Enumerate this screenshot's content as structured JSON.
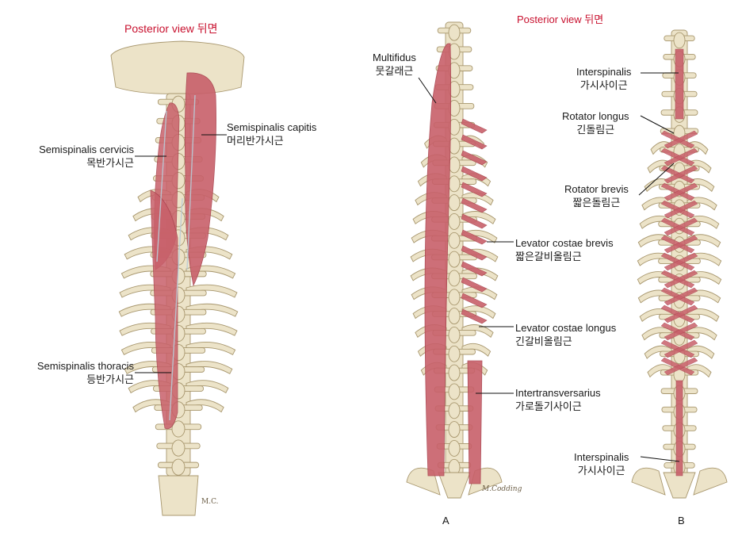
{
  "colors": {
    "title": "#c8102e",
    "bone": "#ece3c8",
    "bone_outline": "#a8976e",
    "muscle": "#c8606a",
    "muscle_dark": "#a8404c",
    "tendon": "#b9cbd6",
    "leader": "#111111"
  },
  "left_panel": {
    "title": "Posterior view 뒤면",
    "labels": [
      {
        "en": "Semispinalis capitis",
        "ko": "머리반가시근"
      },
      {
        "en": "Semispinalis cervicis",
        "ko": "목반가시근"
      },
      {
        "en": "Semispinalis thoracis",
        "ko": "등반가시근"
      }
    ],
    "signature": "M.C."
  },
  "right_panel": {
    "title": "Posterior view 뒤면",
    "signature": "M.Codding",
    "panel_a": {
      "letter": "A",
      "labels": [
        {
          "en": "Multifidus",
          "ko": "뭇갈래근"
        },
        {
          "en": "Levator costae brevis",
          "ko": "짧은갈비올림근"
        },
        {
          "en": "Levator costae longus",
          "ko": "긴갈비올림근"
        },
        {
          "en": "Intertransversarius",
          "ko": "가로돌기사이근"
        }
      ]
    },
    "panel_b": {
      "letter": "B",
      "labels": [
        {
          "en": "Interspinalis",
          "ko": "가시사이근"
        },
        {
          "en": "Rotator longus",
          "ko": "긴돌림근"
        },
        {
          "en": "Rotator brevis",
          "ko": "짧은돌림근"
        },
        {
          "en": "Interspinalis",
          "ko": "가시사이근"
        }
      ]
    }
  }
}
